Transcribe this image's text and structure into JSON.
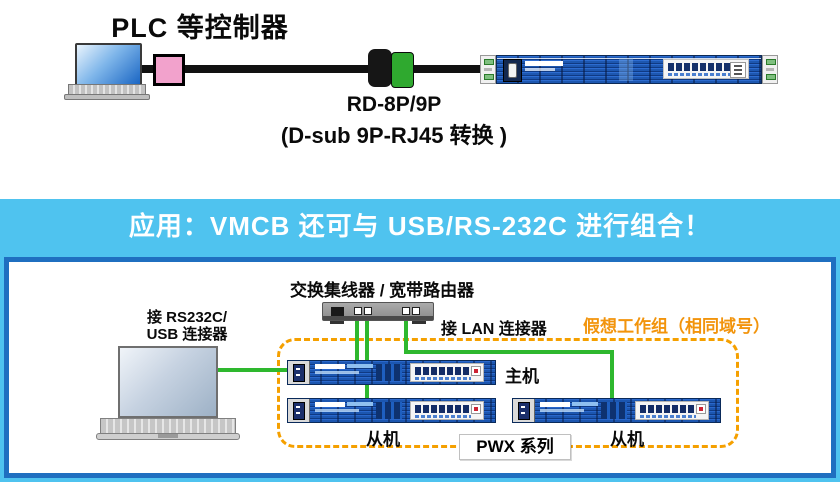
{
  "top": {
    "title": "PLC 等控制器",
    "adapter_name": "RD-8P/9P",
    "adapter_desc": "(D-sub 9P-RJ45 转换 )"
  },
  "banner": {
    "text": "应用：VMCB 还可与 USB/RS-232C 进行组合！"
  },
  "bottom": {
    "switch_label": "交换集线器 / 宽带路由器",
    "rs232_label_line1": "接 RS232C/",
    "rs232_label_line2": "USB 连接器",
    "lan_label": "接 LAN 连接器",
    "workgroup_label": "假想工作组（相同域号）",
    "master_label": "主机",
    "slave1_label": "从机",
    "slave2_label": "从机",
    "series_label": "PWX 系列"
  },
  "colors": {
    "banner_cyan": "#4FC3EF",
    "panel_border_blue": "#1F6FC0",
    "cable_green": "#2EB82E",
    "accent_orange": "#F2940C",
    "device_blue": "#1E5FC0",
    "device_navy": "#0F3A84"
  }
}
